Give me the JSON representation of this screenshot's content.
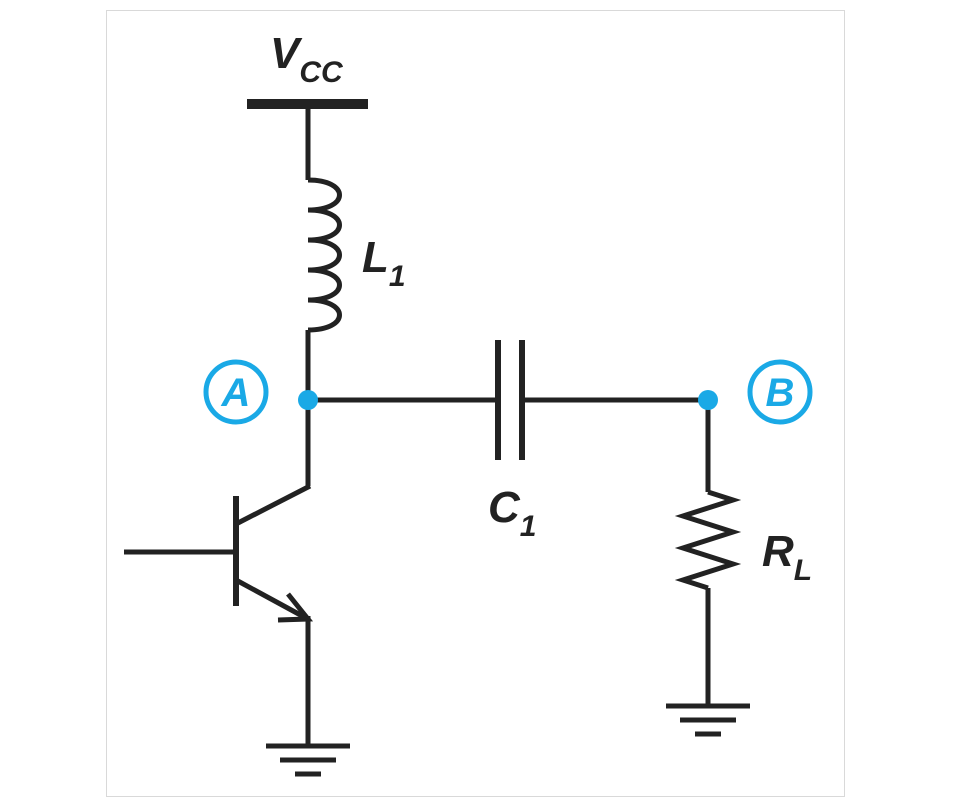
{
  "colors": {
    "wire": "#222222",
    "node": "#1aa9e6",
    "frame": "#d9d9d9"
  },
  "labels": {
    "vcc": {
      "main": "V",
      "sub": "CC"
    },
    "inductor": {
      "main": "L",
      "sub": "1"
    },
    "capacitor": {
      "main": "C",
      "sub": "1"
    },
    "resistor": {
      "main": "R",
      "sub": "L"
    }
  },
  "nodes": {
    "a": {
      "label": "A"
    },
    "b": {
      "label": "B"
    }
  }
}
